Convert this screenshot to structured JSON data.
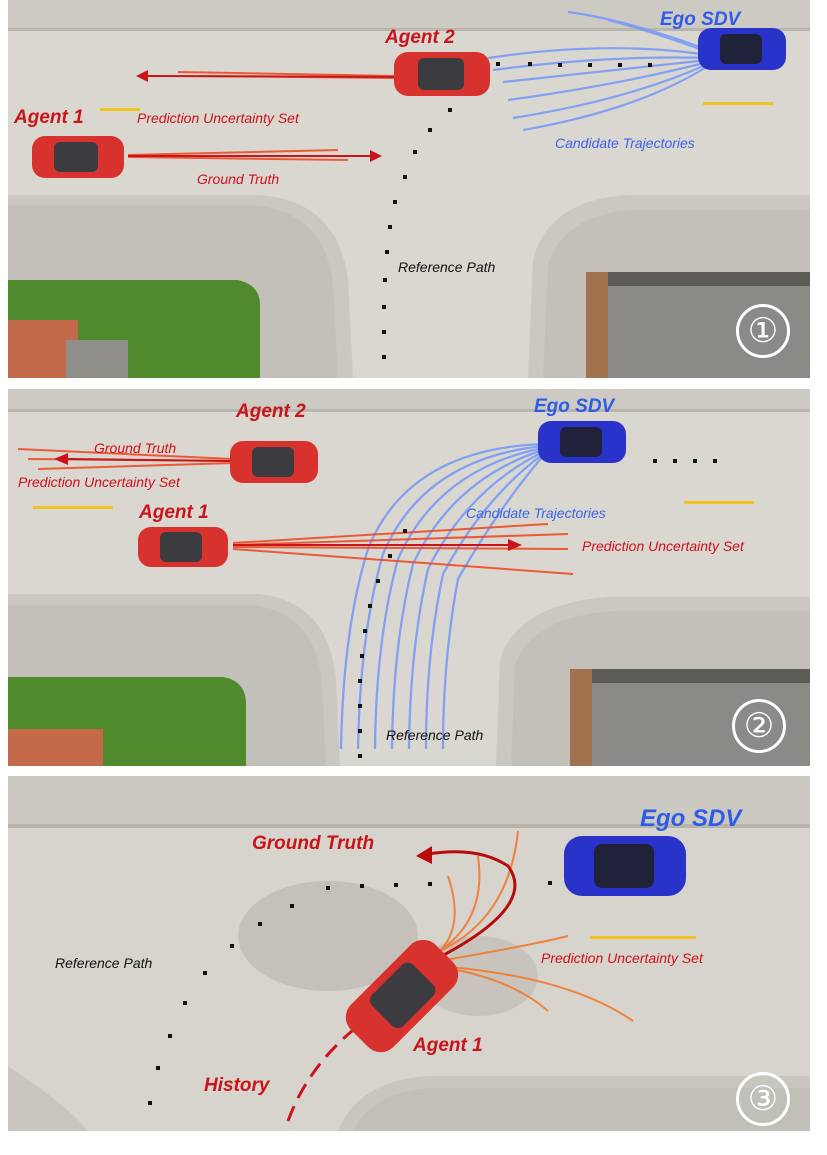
{
  "panels": [
    {
      "number": "①",
      "labels": {
        "agent1": "Agent 1",
        "agent2": "Agent 2",
        "ego": "Ego SDV",
        "prediction_set": "Prediction Uncertainty Set",
        "ground_truth": "Ground Truth",
        "candidates": "Candidate Trajectories",
        "reference_path": "Reference Path"
      }
    },
    {
      "number": "②",
      "labels": {
        "agent1": "Agent 1",
        "agent2": "Agent 2",
        "ego": "Ego SDV",
        "ground_truth": "Ground Truth",
        "prediction_set_left": "Prediction Uncertainty Set",
        "prediction_set_right": "Prediction Uncertainty Set",
        "candidates": "Candidate Trajectories",
        "reference_path": "Reference Path"
      }
    },
    {
      "number": "③",
      "labels": {
        "ground_truth": "Ground Truth",
        "ego": "Ego SDV",
        "reference_path": "Reference Path",
        "prediction_set": "Prediction Uncertainty Set",
        "agent1": "Agent 1",
        "history": "History"
      }
    }
  ],
  "colors": {
    "agent_car": "#d8322e",
    "ego_car": "#2a33c9",
    "prediction": "#f0441c",
    "candidate": "#7a9cf6",
    "ground_truth": "#b80c0c",
    "grass": "#4f8a2c",
    "road": "#d8d5cf"
  }
}
